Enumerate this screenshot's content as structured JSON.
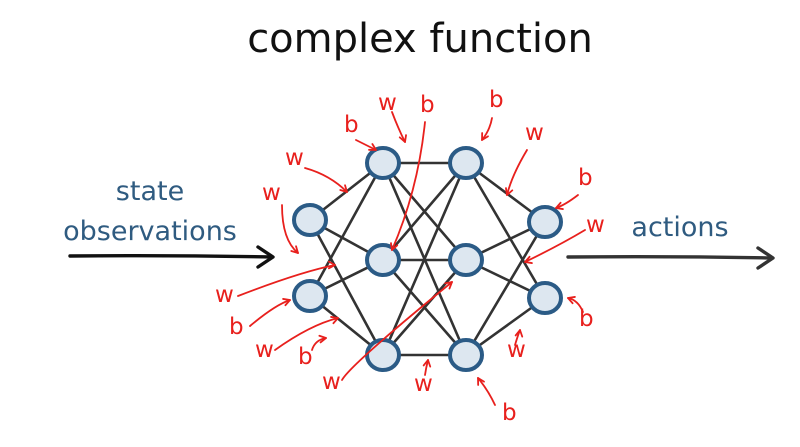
{
  "title": "complex function",
  "input_label": {
    "line1": "state",
    "line2": "observations"
  },
  "output_label": "actions",
  "weight_symbol": "w",
  "bias_symbol": "b",
  "colors": {
    "weight_text": "#e8201d",
    "node_outline": "#2b5b86",
    "node_fill": "#dde7f0",
    "edge": "#333333",
    "io_text": "#2f5b80",
    "input_arrow": "#111111",
    "output_arrow": "#333333"
  },
  "network": {
    "layers": [
      2,
      3,
      3,
      2
    ],
    "connectivity": "fully-connected"
  },
  "annotations": [
    {
      "kind": "w"
    },
    {
      "kind": "b"
    },
    {
      "kind": "b"
    },
    {
      "kind": "w"
    },
    {
      "kind": "b"
    },
    {
      "kind": "w"
    },
    {
      "kind": "w"
    },
    {
      "kind": "b"
    },
    {
      "kind": "w"
    },
    {
      "kind": "w"
    },
    {
      "kind": "b"
    },
    {
      "kind": "w"
    },
    {
      "kind": "b"
    },
    {
      "kind": "w"
    },
    {
      "kind": "w"
    },
    {
      "kind": "b"
    },
    {
      "kind": "w"
    },
    {
      "kind": "b"
    }
  ]
}
